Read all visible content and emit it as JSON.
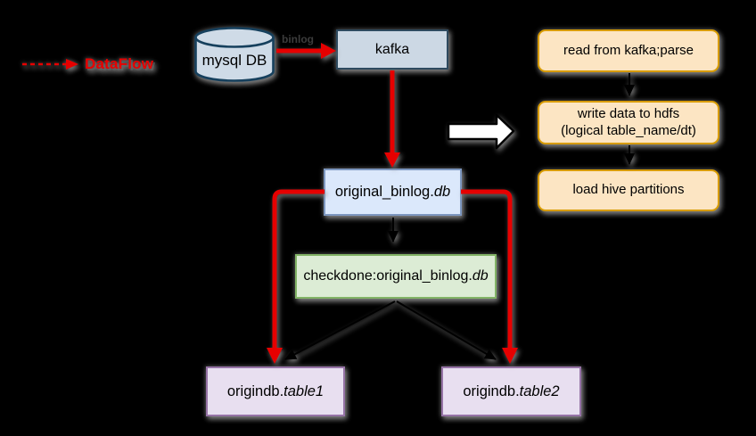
{
  "legend": {
    "label": "DataFlow"
  },
  "edges": {
    "mysql_to_kafka_label": "binlog"
  },
  "nodes": {
    "mysql": {
      "label": "mysql DB"
    },
    "kafka": {
      "label": "kafka"
    },
    "original_binlog": {
      "text": "original_binlog.",
      "italic": "db"
    },
    "checkdone": {
      "text": "checkdone:original_binlog.",
      "italic": "db"
    },
    "table1": {
      "text": "origindb.",
      "italic": "table1"
    },
    "table2": {
      "text": "origindb.",
      "italic": "table2"
    }
  },
  "pipeline_steps": [
    {
      "lines": [
        "read from kafka;parse"
      ]
    },
    {
      "lines": [
        "write data to hdfs",
        "(logical table_name/dt)"
      ]
    },
    {
      "lines": [
        "load hive partitions"
      ]
    }
  ],
  "colors": {
    "background": "#000000",
    "flow_red": "#e60000",
    "black_arrow": "#000000",
    "shadow_gray": "#919191",
    "mysql_fill": "#cfdbe7",
    "mysql_stroke": "#16405d",
    "kafka_fill": "#ccd8e4",
    "kafka_stroke": "#2e4a5f",
    "step_fill": "#fce5c3",
    "step_stroke": "#d79b00",
    "binlog_fill": "#dbe8fb",
    "binlog_stroke": "#7d97bf",
    "checkdone_fill": "#dcecd5",
    "checkdone_stroke": "#82b366",
    "table_fill": "#e8dff0",
    "table_stroke": "#9673a6",
    "block_arrow_fill": "#ffffff"
  }
}
